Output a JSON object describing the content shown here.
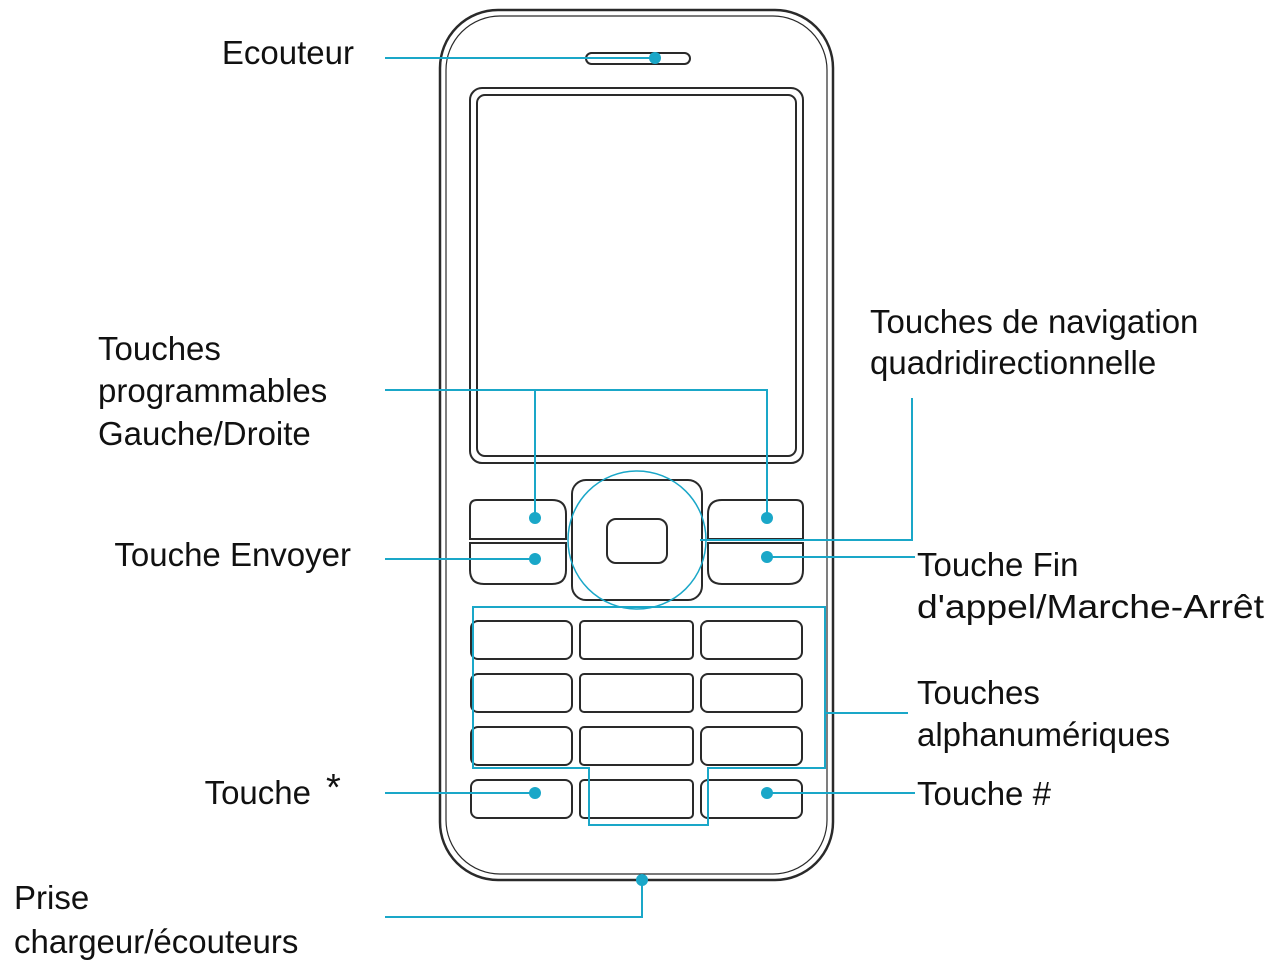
{
  "colors": {
    "line": "#1aa7c8",
    "outline": "#2a2a2a",
    "background": "#ffffff"
  },
  "labels": {
    "earpiece": "Ecouteur",
    "softkeys": [
      "Touches",
      "programmables",
      "Gauche/Droite"
    ],
    "navigation": [
      "Touches de navigation",
      "quadridirectionnelle"
    ],
    "send": "Touche Envoyer",
    "end": [
      "Touche Fin",
      "d'appel/Marche-Arrêt"
    ],
    "alphanumeric": [
      "Touches",
      "alphanumériques"
    ],
    "star_key": {
      "text": "Touche",
      "symbol": "*"
    },
    "hash_key": "Touche #",
    "charger": [
      "Prise",
      "chargeur/écouteurs"
    ]
  }
}
